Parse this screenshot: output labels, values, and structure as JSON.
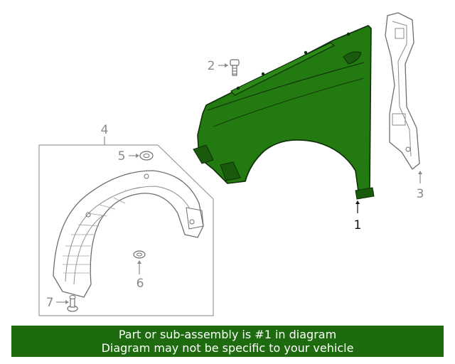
{
  "diagram": {
    "callouts": [
      {
        "id": "1",
        "label": "1",
        "highlighted": true
      },
      {
        "id": "2",
        "label": "2",
        "highlighted": false
      },
      {
        "id": "3",
        "label": "3",
        "highlighted": false
      },
      {
        "id": "4",
        "label": "4",
        "highlighted": false
      },
      {
        "id": "5",
        "label": "5",
        "highlighted": false
      },
      {
        "id": "6",
        "label": "6",
        "highlighted": false
      },
      {
        "id": "7",
        "label": "7",
        "highlighted": false
      }
    ],
    "colors": {
      "highlight_part": "#237a10",
      "line_art": "#6e6e6e",
      "banner_bg": "#1e6b0f",
      "banner_text": "#ffffff"
    }
  },
  "banner": {
    "line1": "Part or sub-assembly is #1 in diagram",
    "line2": "Diagram may not be specific to your vehicle"
  }
}
